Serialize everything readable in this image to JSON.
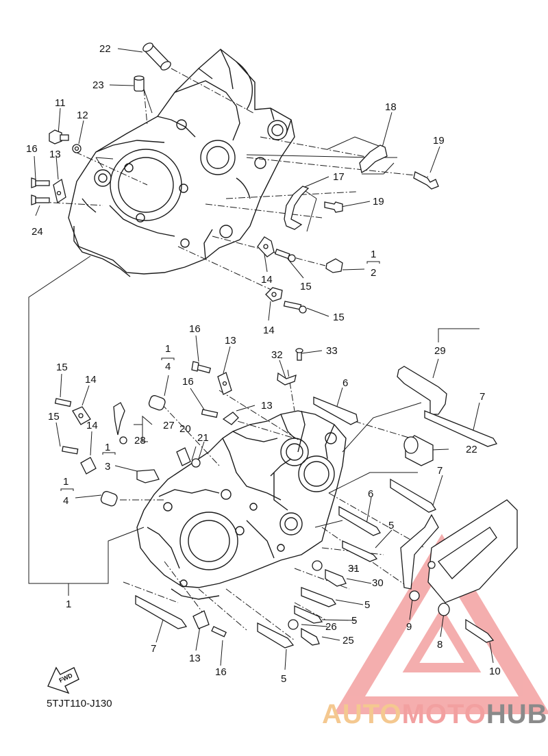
{
  "diagram": {
    "code": "5TJT110-J130",
    "fwd_label": "FWD",
    "callouts": [
      {
        "id": "c22a",
        "text": "22"
      },
      {
        "id": "c23",
        "text": "23"
      },
      {
        "id": "c11",
        "text": "11"
      },
      {
        "id": "c12",
        "text": "12"
      },
      {
        "id": "c16a",
        "text": "16"
      },
      {
        "id": "c13a",
        "text": "13"
      },
      {
        "id": "c24",
        "text": "24"
      },
      {
        "id": "c18",
        "text": "18"
      },
      {
        "id": "c19a",
        "text": "19"
      },
      {
        "id": "c17",
        "text": "17"
      },
      {
        "id": "c19b",
        "text": "19"
      },
      {
        "id": "c1a",
        "text": "1"
      },
      {
        "id": "c2",
        "text": "2"
      },
      {
        "id": "c14a",
        "text": "14"
      },
      {
        "id": "c15a",
        "text": "15"
      },
      {
        "id": "c14b",
        "text": "14"
      },
      {
        "id": "c15b",
        "text": "15"
      },
      {
        "id": "c16b",
        "text": "16"
      },
      {
        "id": "c13b",
        "text": "13"
      },
      {
        "id": "c1b",
        "text": "1"
      },
      {
        "id": "c4a",
        "text": "4"
      },
      {
        "id": "c32",
        "text": "32"
      },
      {
        "id": "c33",
        "text": "33"
      },
      {
        "id": "c29",
        "text": "29"
      },
      {
        "id": "c15c",
        "text": "15"
      },
      {
        "id": "c14c",
        "text": "14"
      },
      {
        "id": "c16c",
        "text": "16"
      },
      {
        "id": "c6a",
        "text": "6"
      },
      {
        "id": "c13c",
        "text": "13"
      },
      {
        "id": "c7a",
        "text": "7"
      },
      {
        "id": "c15d",
        "text": "15"
      },
      {
        "id": "c14d",
        "text": "14"
      },
      {
        "id": "c27",
        "text": "27"
      },
      {
        "id": "c28",
        "text": "28"
      },
      {
        "id": "c20",
        "text": "20"
      },
      {
        "id": "c21",
        "text": "21"
      },
      {
        "id": "c22b",
        "text": "22"
      },
      {
        "id": "c1c",
        "text": "1"
      },
      {
        "id": "c3",
        "text": "3"
      },
      {
        "id": "c1d",
        "text": "1"
      },
      {
        "id": "c4b",
        "text": "4"
      },
      {
        "id": "c7b",
        "text": "7"
      },
      {
        "id": "c6b",
        "text": "6"
      },
      {
        "id": "c5a",
        "text": "5"
      },
      {
        "id": "c31",
        "text": "31"
      },
      {
        "id": "c30",
        "text": "30"
      },
      {
        "id": "c5b",
        "text": "5"
      },
      {
        "id": "c5c",
        "text": "5"
      },
      {
        "id": "c26",
        "text": "26"
      },
      {
        "id": "c9",
        "text": "9"
      },
      {
        "id": "c25",
        "text": "25"
      },
      {
        "id": "c8",
        "text": "8"
      },
      {
        "id": "c7c",
        "text": "7"
      },
      {
        "id": "c13d",
        "text": "13"
      },
      {
        "id": "c16d",
        "text": "16"
      },
      {
        "id": "c5d",
        "text": "5"
      },
      {
        "id": "c10",
        "text": "10"
      },
      {
        "id": "c1e",
        "text": "1"
      }
    ]
  },
  "watermark": {
    "part1": "AUTO",
    "part2": "MOTO",
    "part3": "HUB",
    "colors": {
      "part1": "#f4c890",
      "part2": "#f2a0a0",
      "part3": "#8a8a8a",
      "triangle": "#f3a0a0"
    }
  },
  "colors": {
    "line": "#1a1a1a",
    "background": "#ffffff"
  }
}
